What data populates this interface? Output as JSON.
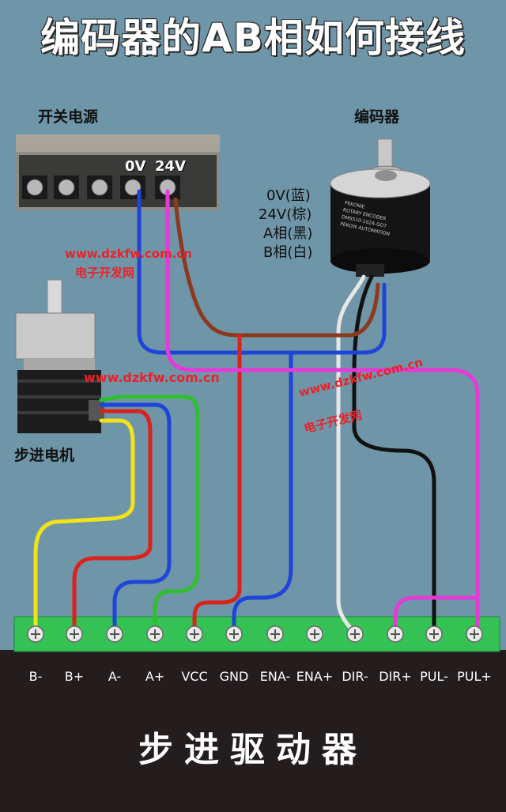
{
  "title": "编码器的AB相如何接线",
  "power_supply": {
    "label": "开关电源",
    "terminals": [
      "0V",
      "24V"
    ]
  },
  "encoder": {
    "label": "编码器",
    "legend": [
      "0V(蓝)",
      "24V(棕)",
      "A相(黑)",
      "B相(白)"
    ],
    "body_text": [
      "PEKONIE",
      "ROTARY ENCODER",
      "DMS510-1024-GO7",
      "PEKOW AUTOMATION"
    ]
  },
  "motor": {
    "label": "步进电机"
  },
  "watermarks": {
    "site": "www.dzkfw.com.cn",
    "name": "电子开发网"
  },
  "driver": {
    "label": "步进驱动器",
    "terminals": [
      "B-",
      "B+",
      "A-",
      "A+",
      "VCC",
      "GND",
      "ENA-",
      "ENA+",
      "DIR-",
      "DIR+",
      "PUL-",
      "PUL+"
    ]
  },
  "colors": {
    "blue": "#1f45d8",
    "brown": "#8b3a1e",
    "magenta": "#e63ad8",
    "black": "#111111",
    "white": "#e6e6e6",
    "red": "#d9231b",
    "green": "#2fbf2f",
    "yellow": "#f2e21a",
    "terminal_strip": "#35c255",
    "driver_body": "#231d1e"
  }
}
